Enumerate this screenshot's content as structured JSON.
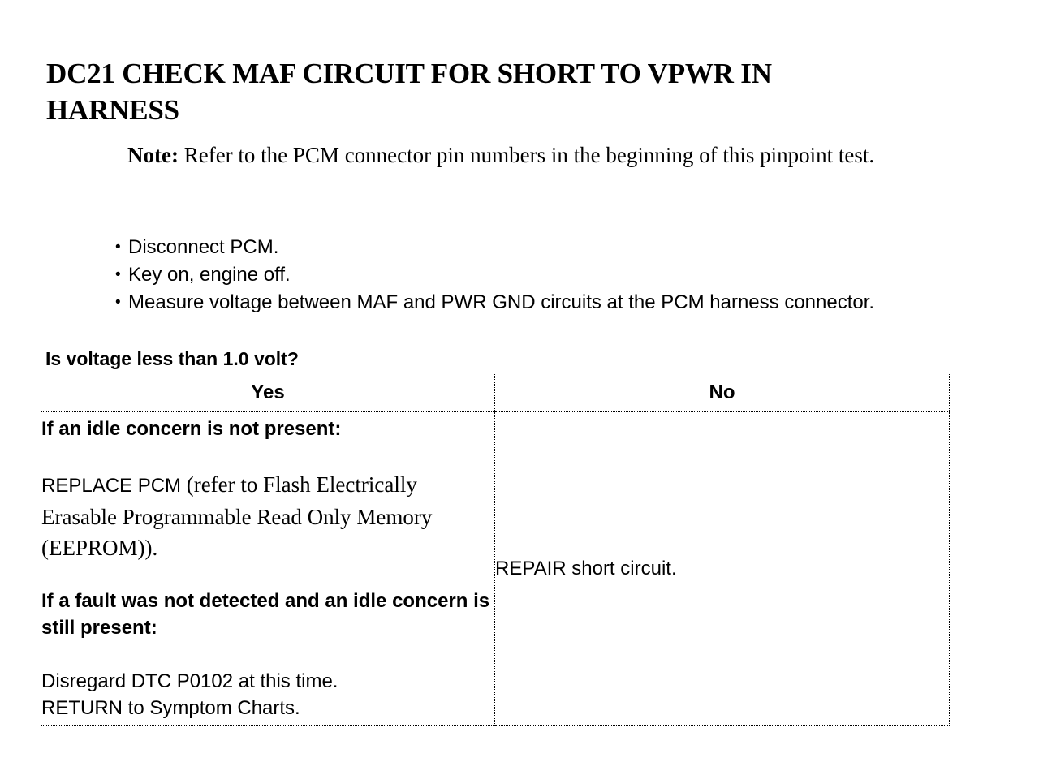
{
  "document": {
    "title": "DC21 CHECK MAF CIRCUIT FOR SHORT TO VPWR IN HARNESS",
    "note": {
      "label": "Note:",
      "text": " Refer to the PCM connector pin numbers in the beginning of this pinpoint test."
    },
    "steps": [
      {
        "bullet": "•",
        "text": "Disconnect PCM."
      },
      {
        "bullet": "•",
        "text": "Key on, engine off."
      },
      {
        "bullet": "•",
        "text": "Measure voltage between MAF and PWR GND circuits at the PCM harness connector."
      }
    ],
    "question": "Is voltage less than 1.0 volt?",
    "table": {
      "headers": [
        "Yes",
        "No"
      ],
      "yes_cell": {
        "heading_1": "If an idle concern is not present:",
        "action_1_sans": "REPLACE PCM ",
        "action_1_serif": "(refer to Flash Electrically Erasable Programmable Read Only Memory (EEPROM)).",
        "heading_2": "If a fault was not detected and an idle concern is still present:",
        "action_2_line_1": "Disregard DTC P0102 at this time.",
        "action_2_line_2": "RETURN to Symptom Charts."
      },
      "no_cell": {
        "action": "REPAIR short circuit."
      }
    },
    "colors": {
      "text": "#000000",
      "background": "#ffffff",
      "border": "#000000"
    }
  }
}
